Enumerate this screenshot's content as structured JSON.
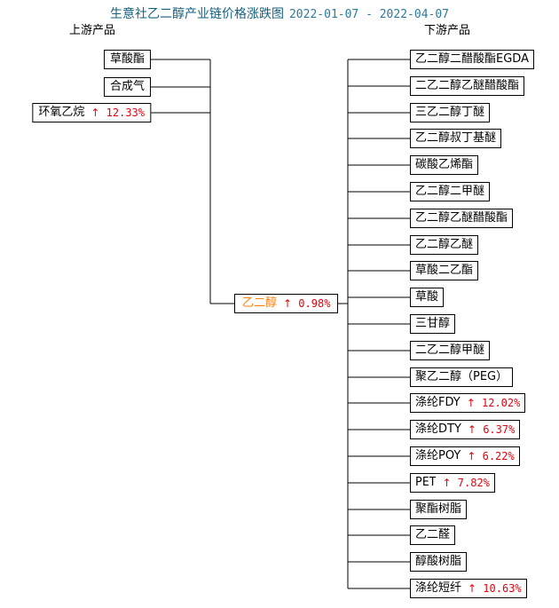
{
  "header": {
    "title": "生意社乙二醇产业链价格涨跌图",
    "date_range": "2022-01-07 - 2022-04-07",
    "title_color": "#15607f"
  },
  "columns": {
    "upstream_label": "上游产品",
    "downstream_label": "下游产品"
  },
  "colors": {
    "up_percent": "#e8000b",
    "center_node": "#ff7f0e",
    "line": "#000000",
    "node_text": "#000000"
  },
  "center": {
    "name": "乙二醇",
    "arrow": "↑",
    "percent": "0.98%"
  },
  "upstream": [
    {
      "name": "草酸酯",
      "arrow": "",
      "percent": ""
    },
    {
      "name": "合成气",
      "arrow": "",
      "percent": ""
    },
    {
      "name": "环氧乙烷",
      "arrow": "↑",
      "percent": "12.33%"
    }
  ],
  "downstream": [
    {
      "name": "乙二醇二醋酸酯EGDA",
      "arrow": "",
      "percent": ""
    },
    {
      "name": "二乙二醇乙醚醋酸酯",
      "arrow": "",
      "percent": ""
    },
    {
      "name": "三乙二醇丁醚",
      "arrow": "",
      "percent": ""
    },
    {
      "name": "乙二醇叔丁基醚",
      "arrow": "",
      "percent": ""
    },
    {
      "name": "碳酸乙烯酯",
      "arrow": "",
      "percent": ""
    },
    {
      "name": "乙二醇二甲醚",
      "arrow": "",
      "percent": ""
    },
    {
      "name": "乙二醇乙醚醋酸酯",
      "arrow": "",
      "percent": ""
    },
    {
      "name": "乙二醇乙醚",
      "arrow": "",
      "percent": ""
    },
    {
      "name": "草酸二乙酯",
      "arrow": "",
      "percent": ""
    },
    {
      "name": "草酸",
      "arrow": "",
      "percent": ""
    },
    {
      "name": "三甘醇",
      "arrow": "",
      "percent": ""
    },
    {
      "name": "二乙二醇甲醚",
      "arrow": "",
      "percent": ""
    },
    {
      "name": "聚乙二醇（PEG）",
      "arrow": "",
      "percent": ""
    },
    {
      "name": "涤纶FDY",
      "arrow": "↑",
      "percent": "12.02%"
    },
    {
      "name": "涤纶DTY",
      "arrow": "↑",
      "percent": "6.37%"
    },
    {
      "name": "涤纶POY",
      "arrow": "↑",
      "percent": "6.22%"
    },
    {
      "name": "PET",
      "arrow": "↑",
      "percent": "7.82%"
    },
    {
      "name": "聚酯树脂",
      "arrow": "",
      "percent": ""
    },
    {
      "name": "乙二醛",
      "arrow": "",
      "percent": ""
    },
    {
      "name": "醇酸树脂",
      "arrow": "",
      "percent": ""
    },
    {
      "name": "涤纶短纤",
      "arrow": "↑",
      "percent": "10.63%"
    }
  ],
  "chart_data": {
    "type": "diagram",
    "title": "生意社乙二醇产业链价格涨跌图",
    "subtitle": "2022-01-07 - 2022-04-07",
    "center_product": "乙二醇",
    "center_change_percent": 0.98,
    "upstream_changes": [
      {
        "product": "草酸酯",
        "change_percent": null
      },
      {
        "product": "合成气",
        "change_percent": null
      },
      {
        "product": "环氧乙烷",
        "change_percent": 12.33
      }
    ],
    "downstream_changes": [
      {
        "product": "乙二醇二醋酸酯EGDA",
        "change_percent": null
      },
      {
        "product": "二乙二醇乙醚醋酸酯",
        "change_percent": null
      },
      {
        "product": "三乙二醇丁醚",
        "change_percent": null
      },
      {
        "product": "乙二醇叔丁基醚",
        "change_percent": null
      },
      {
        "product": "碳酸乙烯酯",
        "change_percent": null
      },
      {
        "product": "乙二醇二甲醚",
        "change_percent": null
      },
      {
        "product": "乙二醇乙醚醋酸酯",
        "change_percent": null
      },
      {
        "product": "乙二醇乙醚",
        "change_percent": null
      },
      {
        "product": "草酸二乙酯",
        "change_percent": null
      },
      {
        "product": "草酸",
        "change_percent": null
      },
      {
        "product": "三甘醇",
        "change_percent": null
      },
      {
        "product": "二乙二醇甲醚",
        "change_percent": null
      },
      {
        "product": "聚乙二醇（PEG）",
        "change_percent": null
      },
      {
        "product": "涤纶FDY",
        "change_percent": 12.02
      },
      {
        "product": "涤纶DTY",
        "change_percent": 6.37
      },
      {
        "product": "涤纶POY",
        "change_percent": 6.22
      },
      {
        "product": "PET",
        "change_percent": 7.82
      },
      {
        "product": "聚酯树脂",
        "change_percent": null
      },
      {
        "product": "乙二醛",
        "change_percent": null
      },
      {
        "product": "醇酸树脂",
        "change_percent": null
      },
      {
        "product": "涤纶短纤",
        "change_percent": 10.63
      }
    ]
  }
}
